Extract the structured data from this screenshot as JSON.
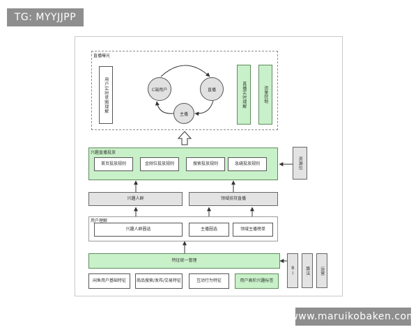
{
  "watermark_top": "TG: MYYJJPP",
  "watermark_bottom": "www.maruikobaken.com",
  "diagram": {
    "top_group": {
      "label": "直播曝光",
      "user_intent": "用户实时意图理解",
      "c_user": "C端用户",
      "live": "直播",
      "anchor": "主播",
      "live_understanding": "直播实时理解",
      "traffic_control": "流量控制"
    },
    "delivery_group": {
      "label": "兴趣直播投放",
      "rules": [
        "首页投放规则",
        "金刚位投放规则",
        "搜索投放规则",
        "急缝投放规则"
      ],
      "resource_slot": "资源位"
    },
    "interest_crowd": "兴趣人群",
    "domain_support": "领域扶持直播",
    "user_understanding_group": {
      "label": "用户理解",
      "interest_filter": "兴趣人群圈选",
      "anchor_filter": "主播圈选",
      "domain_anchor_list": "领域主播榜单"
    },
    "feature_management": "特征统一管理",
    "features": [
      "闲鱼用户基础特征",
      "商品搜索/发布/交易特征",
      "互动行为特征",
      "用户高阶兴趣标签"
    ],
    "side_boxes": [
      "BI",
      "算法",
      "运营"
    ]
  },
  "colors": {
    "green": "#c9f1c9",
    "gray": "#e3e3e3"
  }
}
